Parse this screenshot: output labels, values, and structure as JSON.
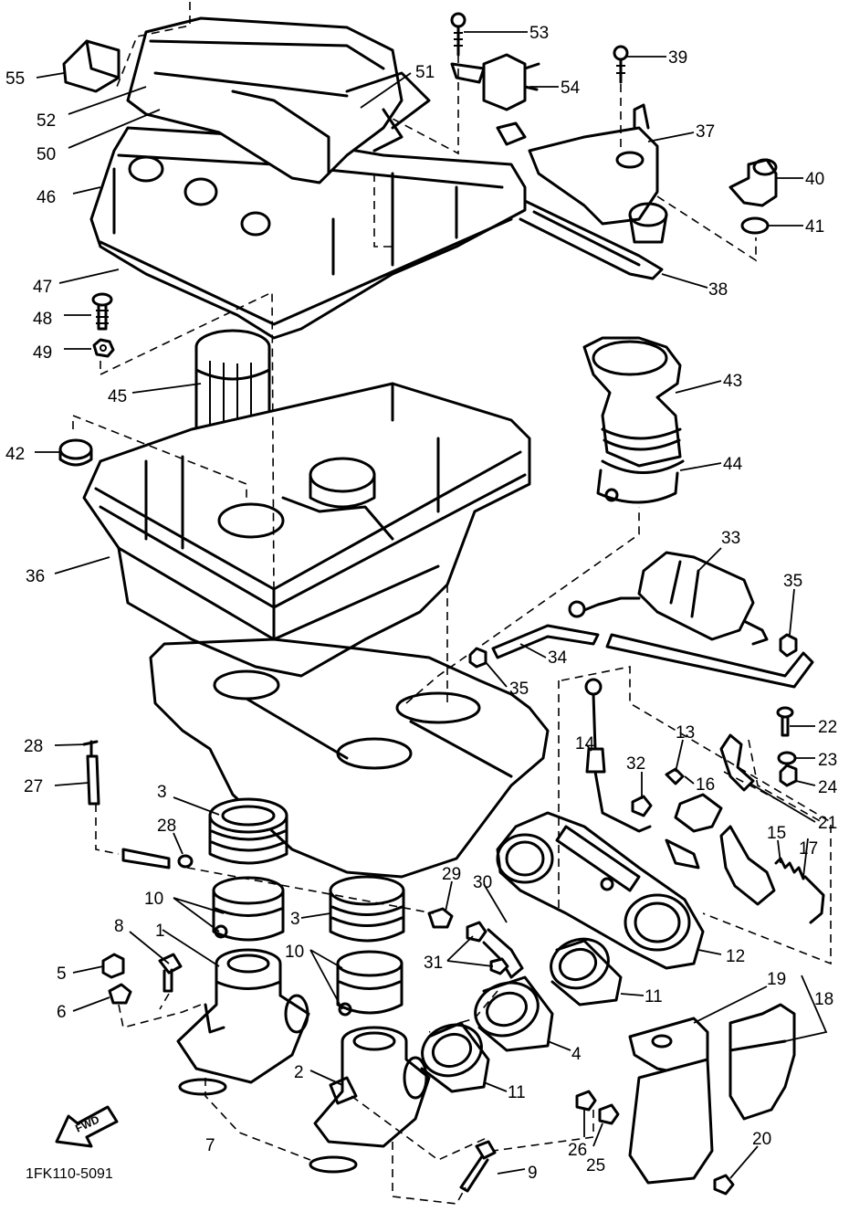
{
  "diagram": {
    "code": "1FK110-5091",
    "fwd_label": "FWD",
    "callouts": [
      "55",
      "52",
      "50",
      "46",
      "47",
      "48",
      "49",
      "45",
      "42",
      "36",
      "53",
      "51",
      "54",
      "39",
      "37",
      "40",
      "41",
      "38",
      "43",
      "44",
      "33",
      "35",
      "34",
      "35",
      "22",
      "23",
      "24",
      "21",
      "14",
      "32",
      "13",
      "16",
      "15",
      "17",
      "28",
      "27",
      "3",
      "28",
      "10",
      "8",
      "5",
      "6",
      "7",
      "2",
      "9",
      "29",
      "3",
      "10",
      "31",
      "30",
      "11",
      "4",
      "26",
      "25",
      "12",
      "19",
      "18",
      "20",
      "11",
      "1"
    ]
  }
}
